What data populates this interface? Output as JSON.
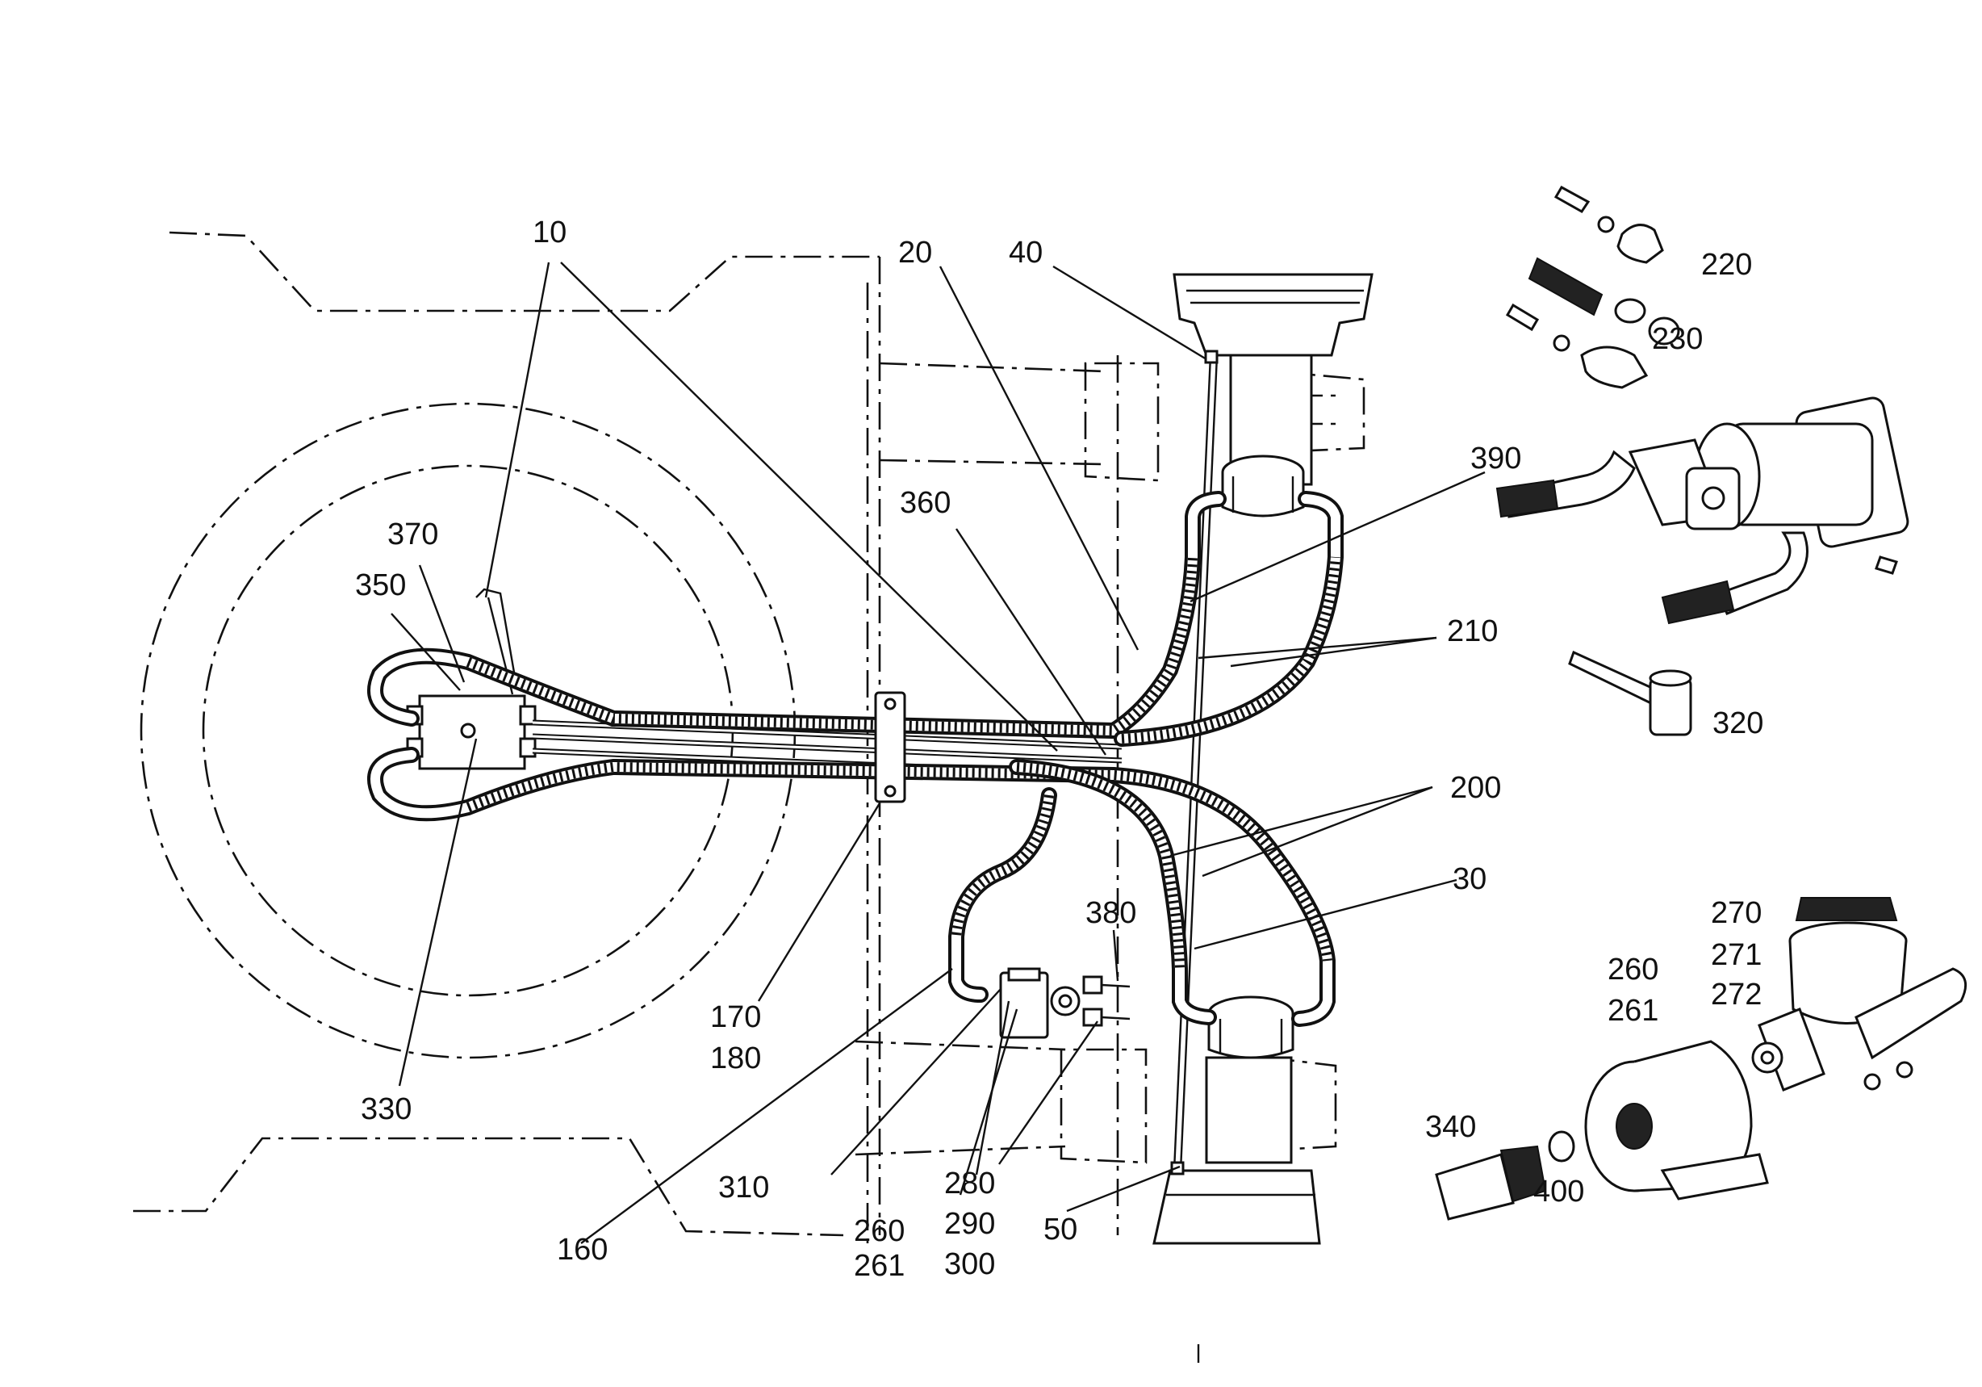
{
  "callouts": {
    "c10": "10",
    "c20": "20",
    "c40": "40",
    "c220": "220",
    "c230": "230",
    "c390": "390",
    "c360": "360",
    "c370": "370",
    "c350": "350",
    "c210": "210",
    "c320": "320",
    "c200": "200",
    "c30": "30",
    "c380": "380",
    "c170": "170",
    "c180": "180",
    "c270": "270",
    "c271": "271",
    "c272": "272",
    "c260a": "260",
    "c261a": "261",
    "c330": "330",
    "c340": "340",
    "c310": "310",
    "c280": "280",
    "c290": "290",
    "c300": "300",
    "c400": "400",
    "c50": "50",
    "c160": "160",
    "c260b": "260",
    "c261b": "261"
  }
}
